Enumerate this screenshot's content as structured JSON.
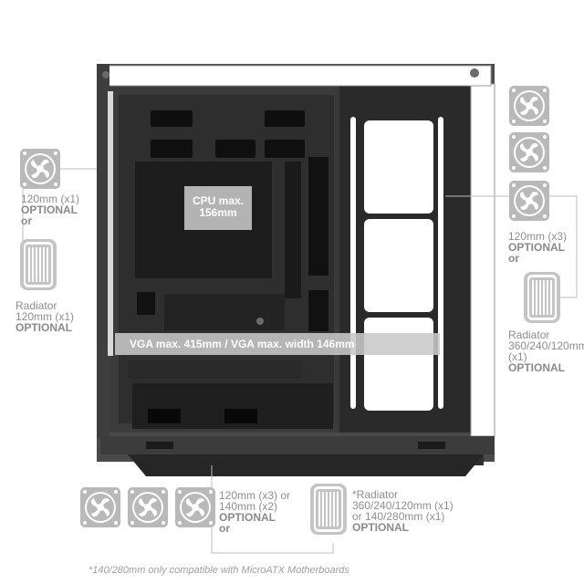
{
  "overlays": {
    "cpu_line1": "CPU max.",
    "cpu_line2": "156mm",
    "vga": "VGA max. 415mm / VGA max. width 146mm"
  },
  "rear": {
    "fan_size": "120mm (x1)",
    "optional": "OPTIONAL",
    "or": "or",
    "rad_label": "Radiator",
    "rad_size": "120mm (x1)",
    "rad_optional": "OPTIONAL"
  },
  "front": {
    "fan_size": "120mm (x3)",
    "optional": "OPTIONAL",
    "or": "or",
    "rad_label": "Radiator",
    "rad_size": "360/240/120mm",
    "rad_count": "(x1)",
    "rad_optional": "OPTIONAL"
  },
  "bottom": {
    "fan_size_a": "120mm (x3) or",
    "fan_size_b": "140mm (x2)",
    "optional": "OPTIONAL",
    "or": "or",
    "rad_label": "*Radiator",
    "rad_size_a": "360/240/120mm (x1)",
    "rad_size_b": "or 140/280mm (x1)",
    "rad_optional": "OPTIONAL"
  },
  "footnote": "*140/280mm only compatible with MicroATX Motherboards",
  "colors": {
    "case_frame": "#3a3a3a",
    "case_panel": "#262626",
    "front_glass": "#ffffff",
    "overlay": "#c8c8c8",
    "label_gray": "#8e8e8e",
    "fan_fill": "#b9b9b9"
  }
}
